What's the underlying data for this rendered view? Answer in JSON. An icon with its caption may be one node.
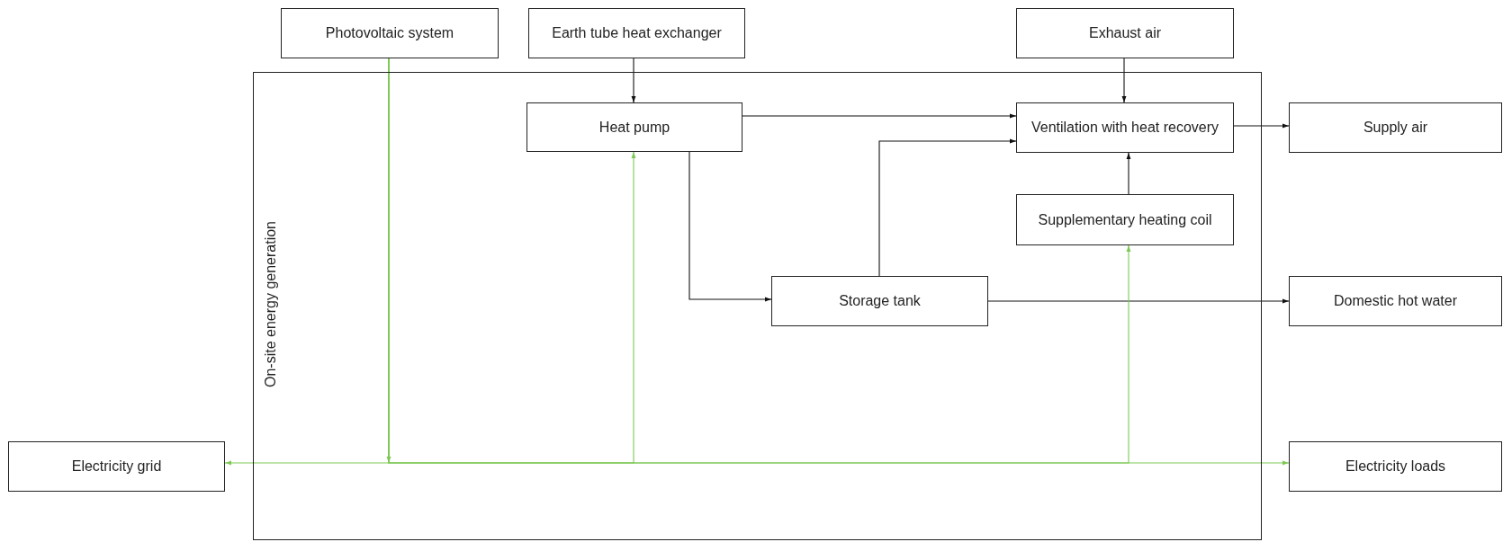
{
  "diagram": {
    "nodes": [
      {
        "text": [
          "Photovoltaic system"
        ]
      },
      {
        "text": [
          "Earth tube heat exchanger"
        ]
      },
      {
        "text": [
          "Exhaust air"
        ]
      },
      {
        "text": [
          "On-site energy generation"
        ]
      },
      {
        "text": [
          "Heat pump"
        ],
        "in": 3
      },
      {
        "text": [
          "Ventilation with heat recovery"
        ],
        "in": 3
      },
      {
        "text": [
          "Supply air"
        ]
      },
      {
        "text": [
          "Supplementary heating coil"
        ],
        "in": 3
      },
      {
        "text": [
          "Storage tank"
        ],
        "in": 3
      },
      {
        "text": [
          "Domestic hot water"
        ]
      },
      {
        "text": [
          "Electricity grid"
        ]
      },
      {
        "text": [
          "Electricity loads"
        ]
      }
    ],
    "edges": [
      {
        "from": 1,
        "to": 4,
        "arrow": "to"
      },
      {
        "from": 2,
        "to": 5,
        "arrow": "to"
      },
      {
        "from": 4,
        "to": 5,
        "arrow": "to"
      },
      {
        "from": 4,
        "to": 8,
        "arrow": "to"
      },
      {
        "from": 8,
        "to": 5,
        "arrow": "to"
      },
      {
        "from": 7,
        "to": 5,
        "arrow": "to"
      },
      {
        "from": 5,
        "to": 6,
        "arrow": "to"
      },
      {
        "from": 8,
        "to": 9,
        "arrow": "to"
      },
      {
        "from": 0,
        "to": 10,
        "arrow": "to",
        "color": "#7dc855"
      },
      {
        "from": 0,
        "to": 11,
        "arrow": "to",
        "color": "#7dc855"
      },
      {
        "from": 0,
        "to": 4,
        "arrow": "to",
        "color": "#7dc855"
      },
      {
        "from": 0,
        "to": 7,
        "arrow": "to",
        "color": "#7dc855"
      }
    ]
  }
}
